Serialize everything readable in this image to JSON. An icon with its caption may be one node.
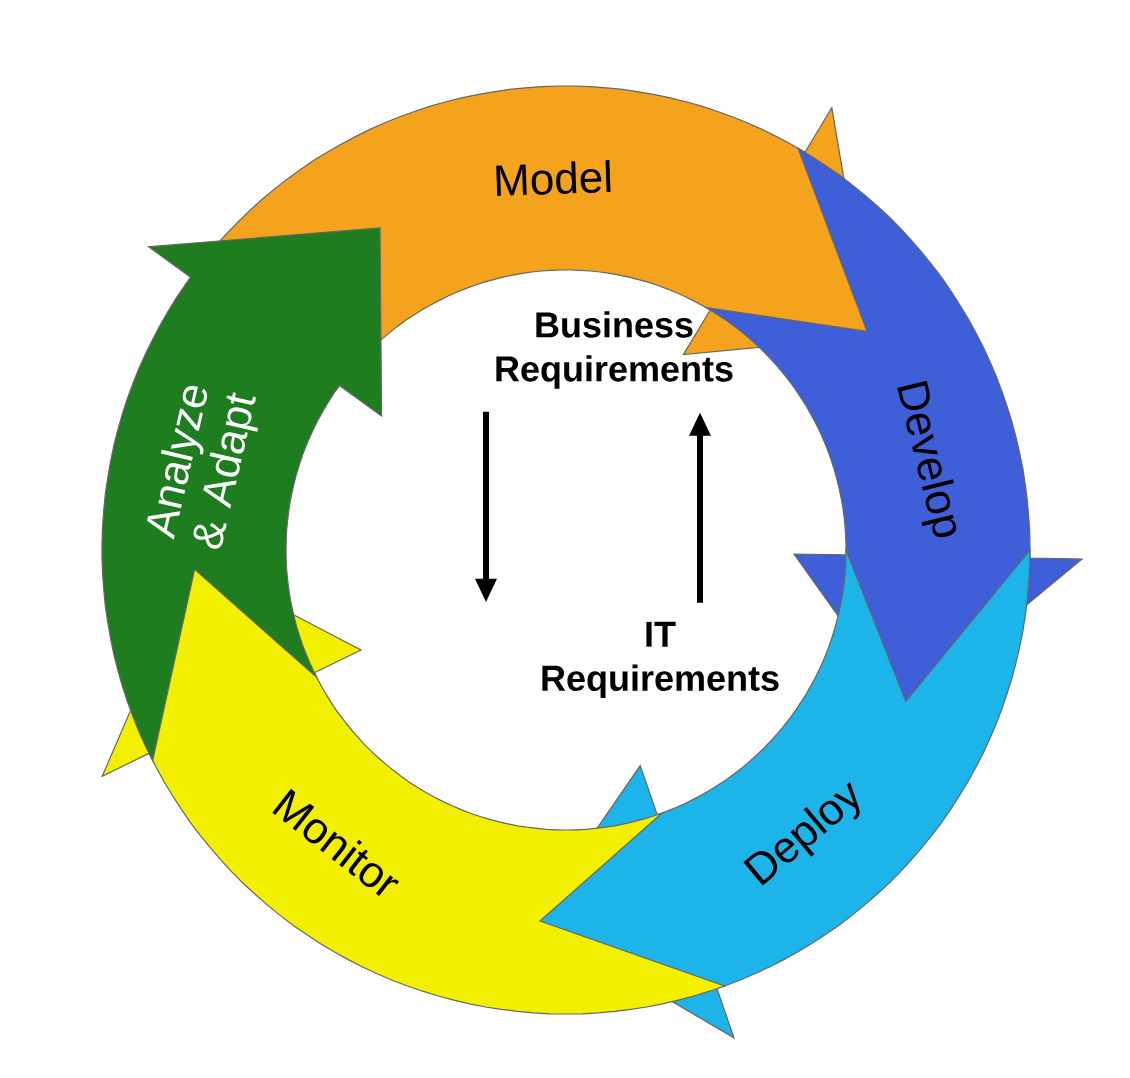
{
  "diagram": {
    "nodes": [
      {
        "text": [
          "Model"
        ]
      },
      {
        "text": [
          "Develop"
        ]
      },
      {
        "text": [
          "Deploy"
        ]
      },
      {
        "text": [
          "Monitor"
        ]
      },
      {
        "text": [
          "Analyze & Adapt"
        ]
      },
      {
        "text": [
          "Business Requirements"
        ]
      },
      {
        "text": [
          "IT Requirements"
        ]
      }
    ],
    "edges": [
      {
        "from": 5,
        "to": 6,
        "arrow": "to"
      },
      {
        "from": 6,
        "to": 5,
        "arrow": "to"
      }
    ]
  }
}
